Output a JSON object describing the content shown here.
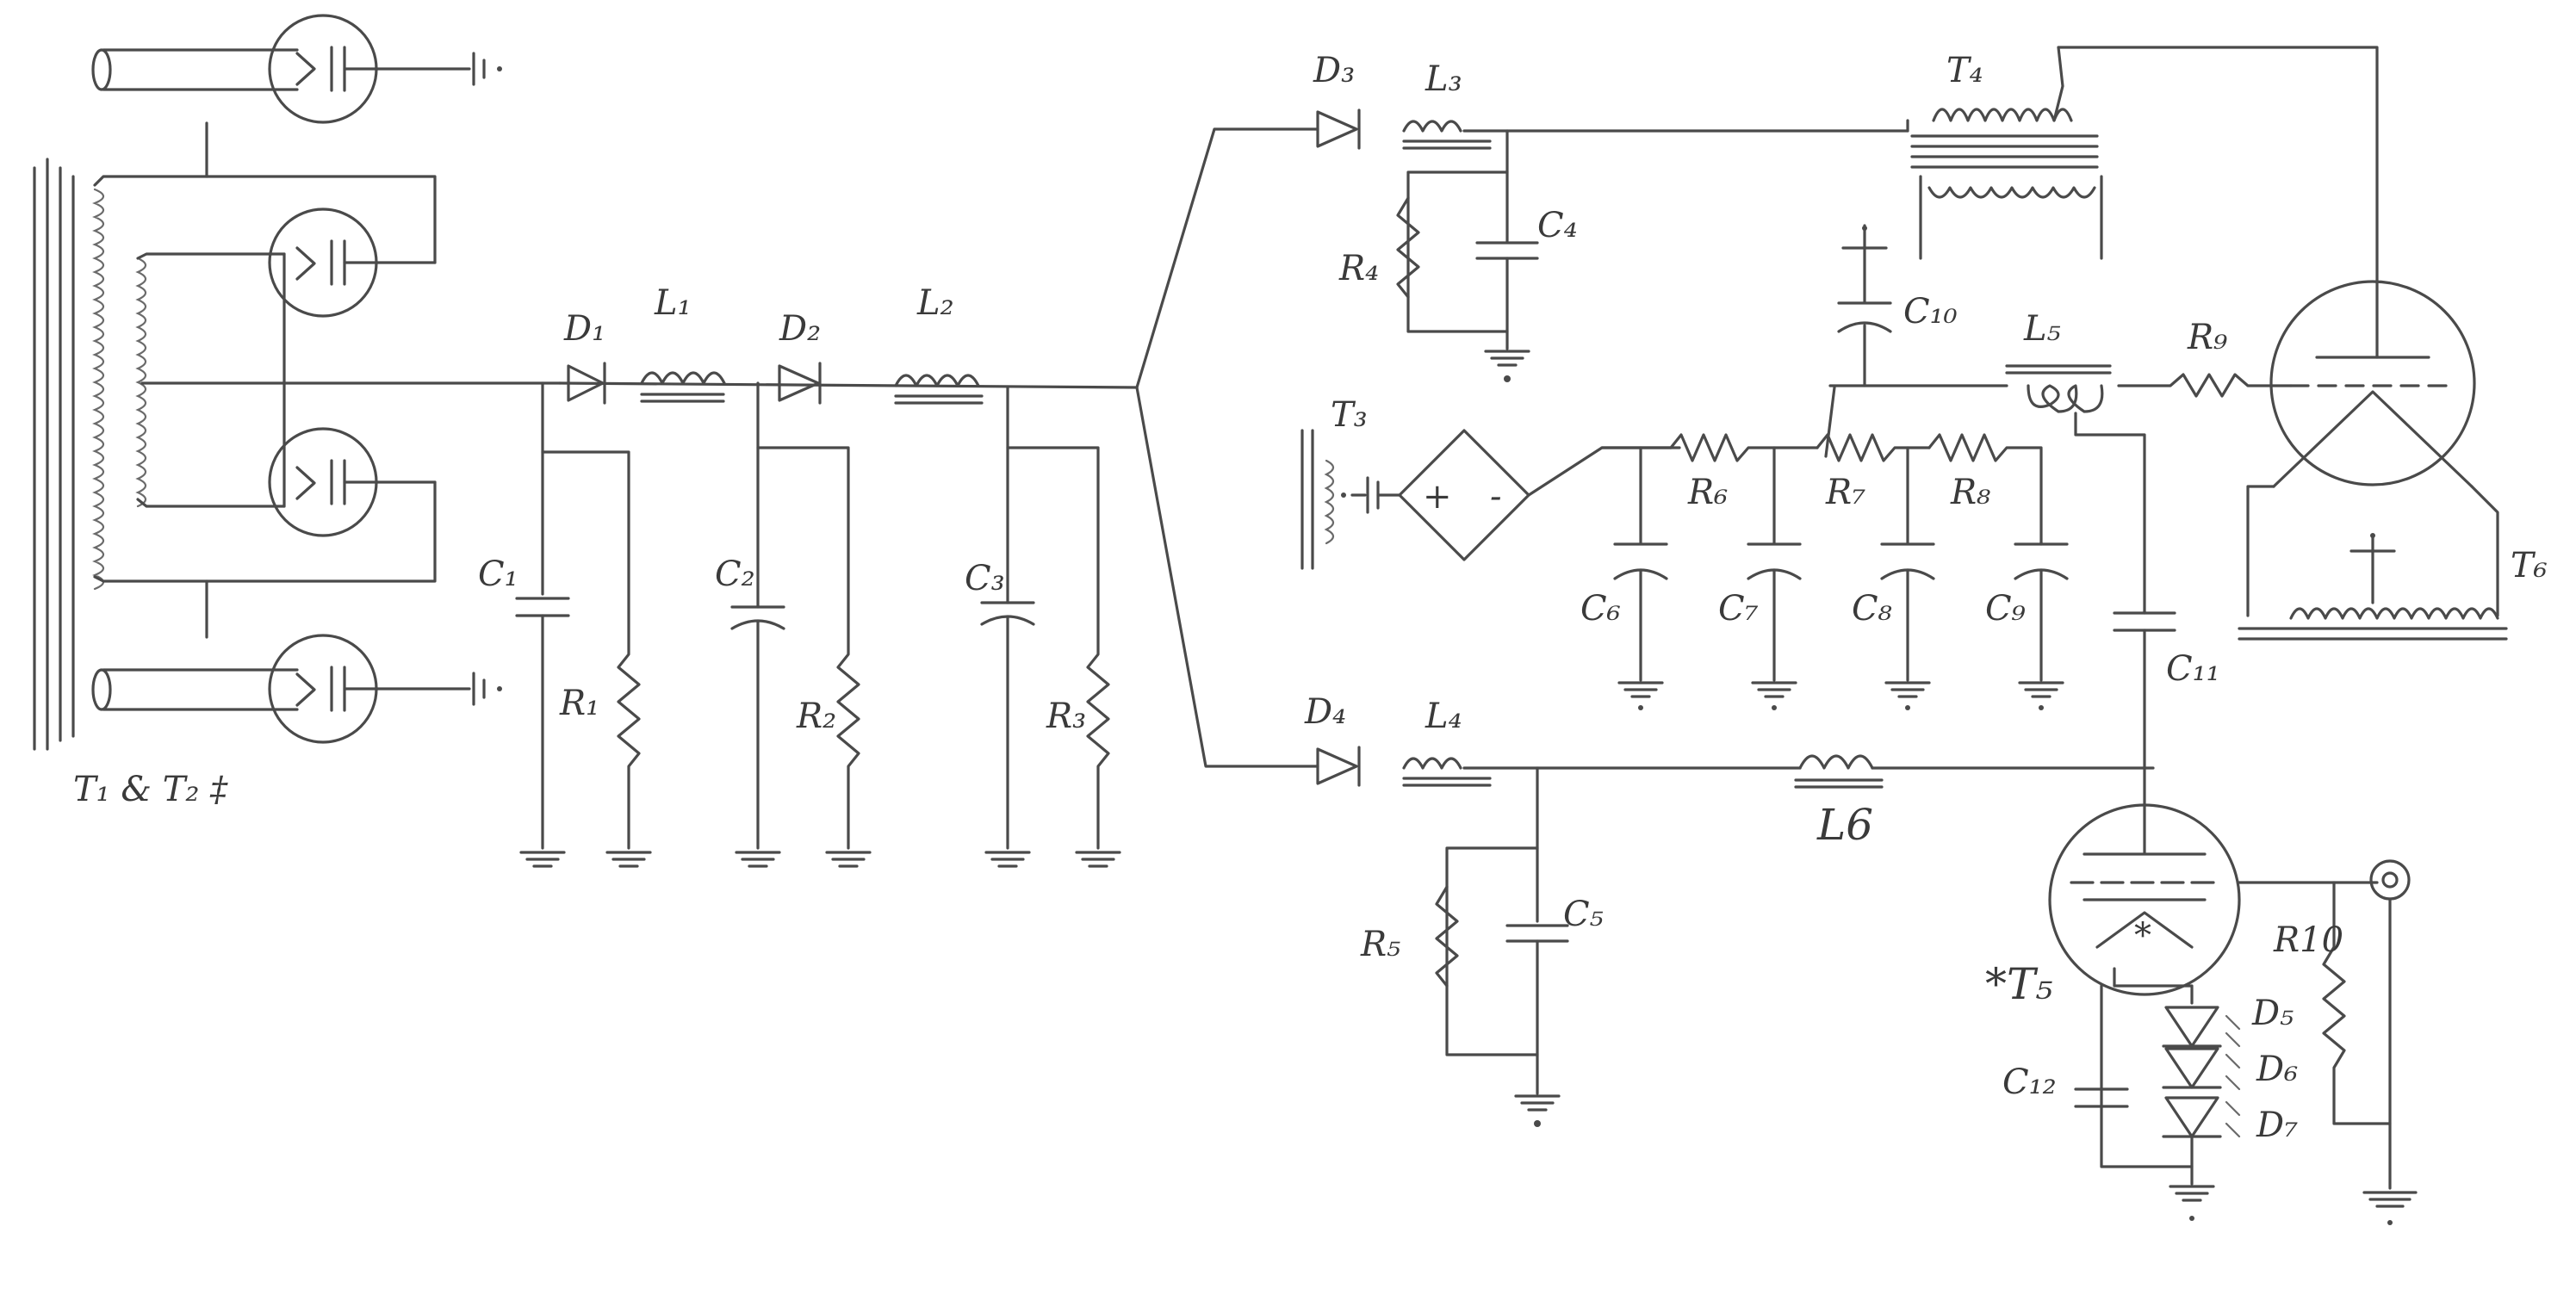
{
  "labels": {
    "t1t2": "T₁ & T₂ ‡",
    "d1": "D₁",
    "d2": "D₂",
    "d3": "D₃",
    "d4": "D₄",
    "d5": "D₅",
    "d6": "D₆",
    "d7": "D₇",
    "l1": "L₁",
    "l2": "L₂",
    "l3": "L₃",
    "l4": "L₄",
    "l5": "L₅",
    "l6": "L6",
    "c1": "C₁",
    "c2": "C₂",
    "c3": "C₃",
    "c4": "C₄",
    "c5": "C₅",
    "c6": "C₆",
    "c7": "C₇",
    "c8": "C₈",
    "c9": "C₉",
    "c10": "C₁₀",
    "c11": "C₁₁",
    "c12": "C₁₂",
    "r1": "R₁",
    "r2": "R₂",
    "r3": "R₃",
    "r4": "R₄",
    "r5": "R₅",
    "r6": "R₆",
    "r7": "R₇",
    "r8": "R₈",
    "r9": "R₉",
    "r10": "R10",
    "t3": "T₃",
    "t4": "T₄",
    "t5": "*T₅",
    "t6": "T₆",
    "plus": "+",
    "minus": "-"
  }
}
